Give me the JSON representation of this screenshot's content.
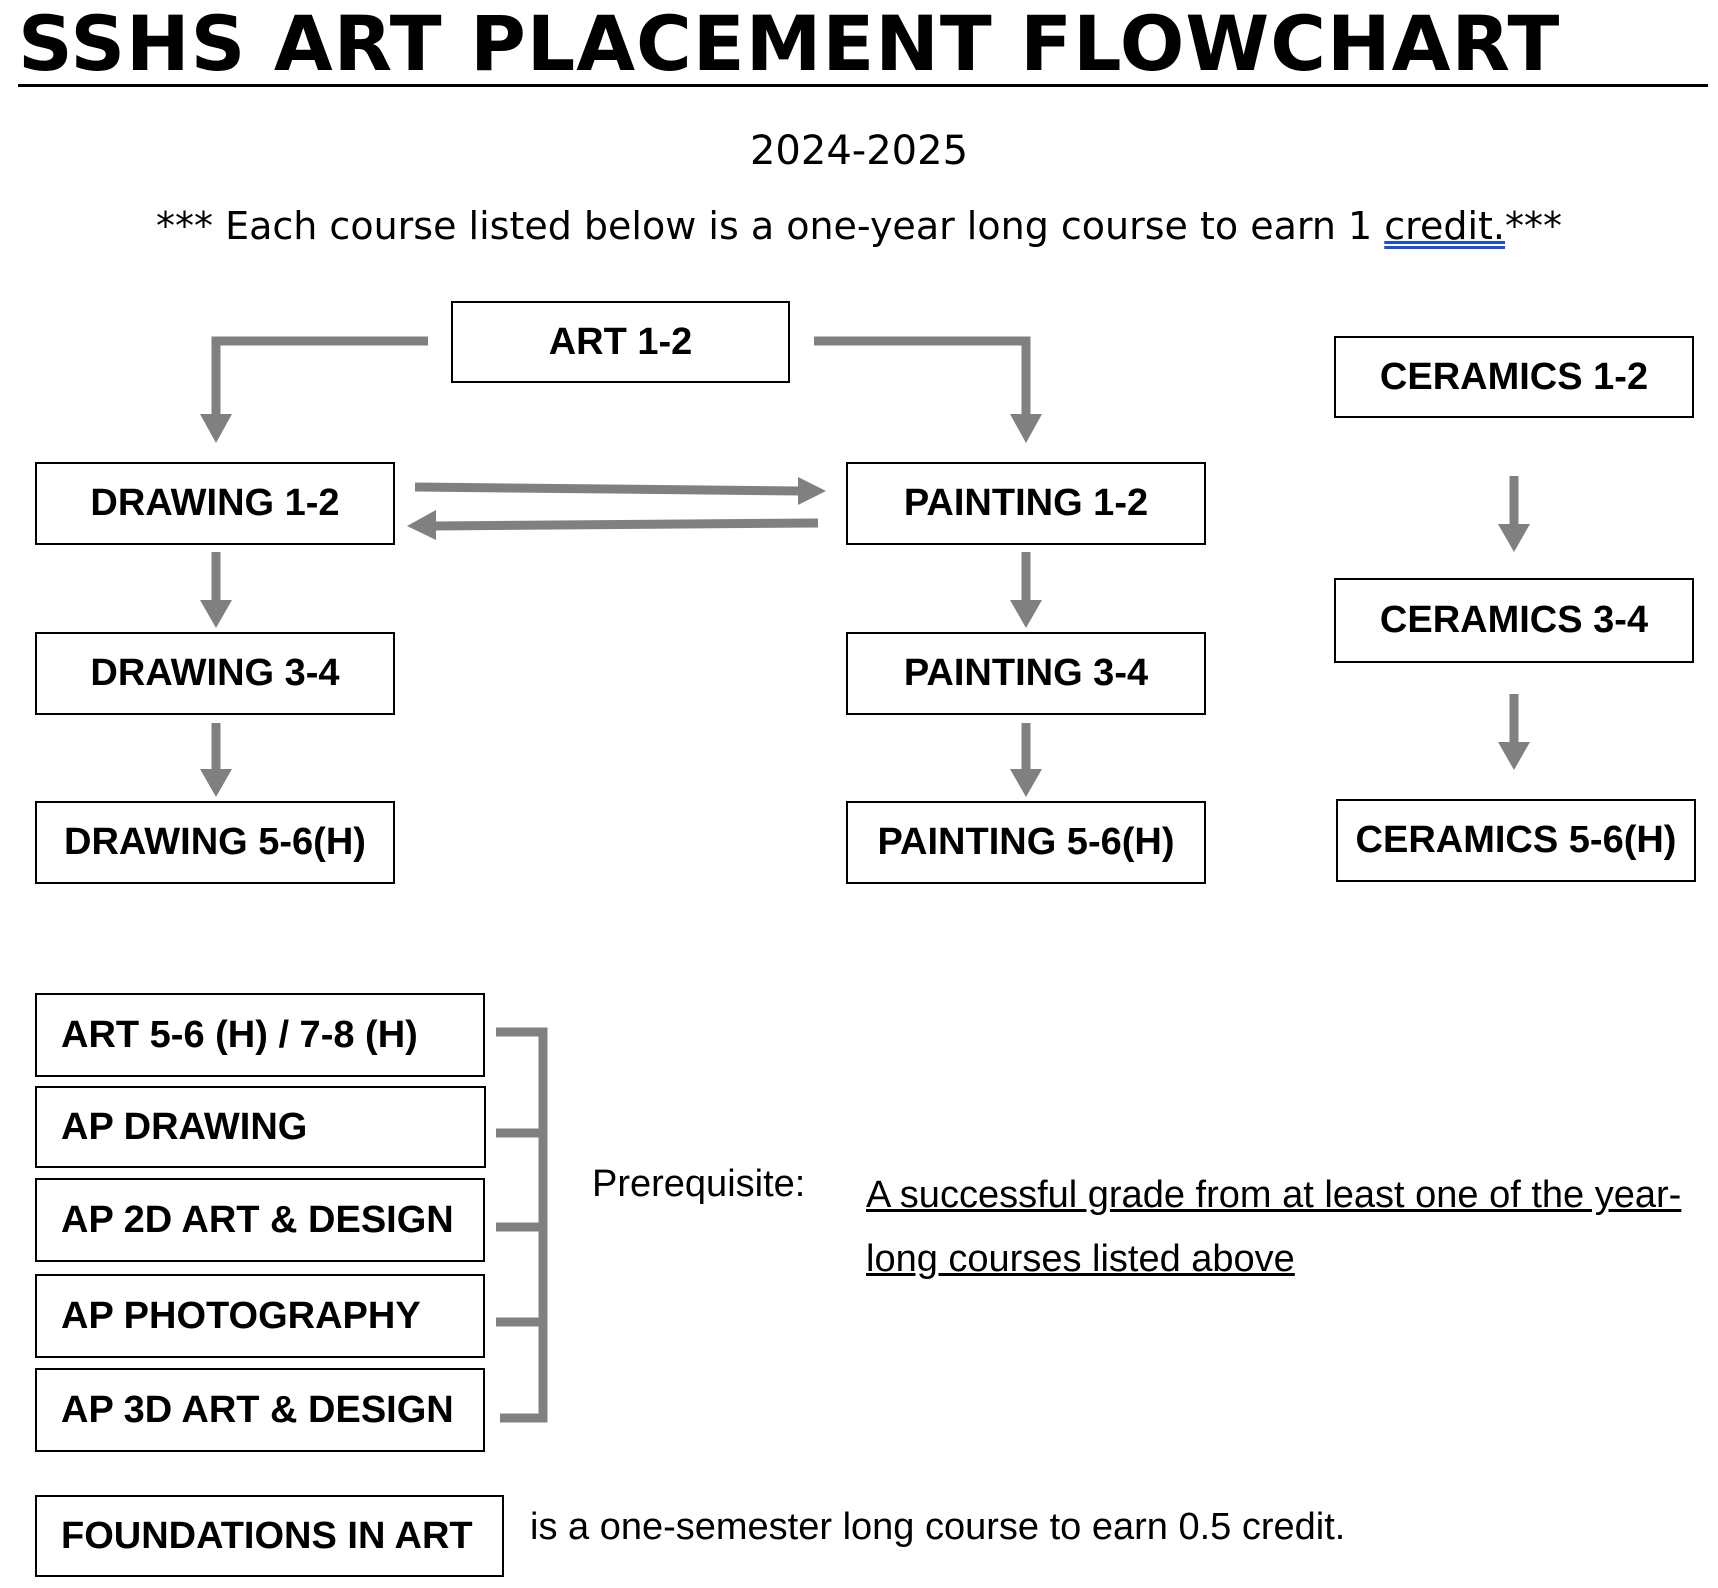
{
  "header": {
    "title": "SSHS ART PLACEMENT FLOWCHART",
    "year": "2024-2025",
    "note_prefix": "*** Each course listed below is a one-year long course to earn 1 ",
    "note_credit": "credit.",
    "note_suffix": "***"
  },
  "courses": {
    "art_1_2": "ART 1-2",
    "drawing_1_2": "DRAWING 1-2",
    "drawing_3_4": "DRAWING 3-4",
    "drawing_5_6": "DRAWING 5-6(H)",
    "painting_1_2": "PAINTING 1-2",
    "painting_3_4": "PAINTING 3-4",
    "painting_5_6": "PAINTING 5-6(H)",
    "ceramics_1_2": "CERAMICS 1-2",
    "ceramics_3_4": "CERAMICS 3-4",
    "ceramics_5_6": "CERAMICS 5-6(H)"
  },
  "advanced": {
    "art_5_6_7_8": "ART 5-6 (H) / 7-8 (H)",
    "ap_drawing": "AP DRAWING",
    "ap_2d": "AP 2D ART & DESIGN",
    "ap_photography": "AP PHOTOGRAPHY",
    "ap_3d": "AP 3D ART & DESIGN"
  },
  "prerequisite": {
    "label": "Prerequisite:",
    "text": "A successful grade from at least one of the year-long courses listed above"
  },
  "foundations": {
    "course": "FOUNDATIONS IN ART",
    "description": "is a one-semester long course to earn 0.5 credit."
  },
  "colors": {
    "arrow": "#808080",
    "border": "#000000"
  }
}
